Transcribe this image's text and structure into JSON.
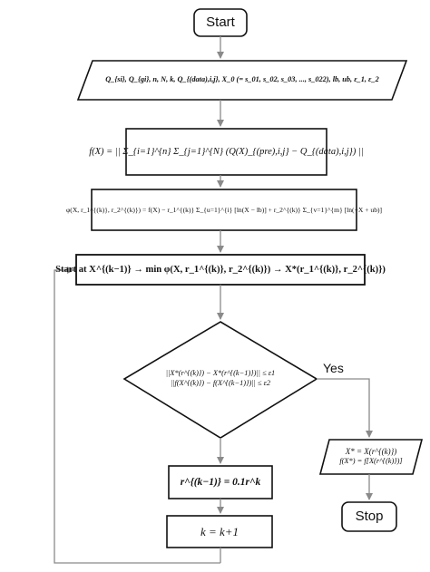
{
  "nodes": {
    "start": {
      "label": "Start"
    },
    "inputs": {
      "formula": "Q_{si}, Q_{gi}, n, N, k, Q_{(data),i,j}, X_0 (= s_01, s_02, s_03, ..., s_022), lb, ub, ε_1, ε_2"
    },
    "objective": {
      "formula": "f(X) = || Σ_{i=1}^{n} Σ_{j=1}^{N} (Q(X)_{(pre),i,j} − Q_{(data),i,j}) ||"
    },
    "penalty": {
      "formula": "φ(X, r_1^{(k)}, r_2^{(k)}) = f(X) − r_1^{(k)} Σ_{u=1}^{i} [ln(X − lb)] + r_2^{(k)} Σ_{v=1}^{m} [ln(−X + ub)]"
    },
    "minimize": {
      "formula": "Start at X^{(k−1)} → min φ(X, r_1^{(k)}, r_2^{(k)}) → X*(r_1^{(k)}, r_2^{(k)})"
    },
    "decision": {
      "line1": "||X*(r^{(k)}) − X*(r^{(k−1)})|| ≤ ε1",
      "line2": "||f(X^{(k)}) − f(X^{(k−1)})|| ≤ ε2"
    },
    "yes_label": "Yes",
    "result": {
      "line1": "X* = X(r^{(k)})",
      "line2": "f(X*) = f[X(r^{(k)})]"
    },
    "stop": {
      "label": "Stop"
    },
    "update_r": {
      "formula": "r^{(k−1)} = 0.1r^k"
    },
    "update_k": {
      "formula": "k = k+1"
    }
  }
}
